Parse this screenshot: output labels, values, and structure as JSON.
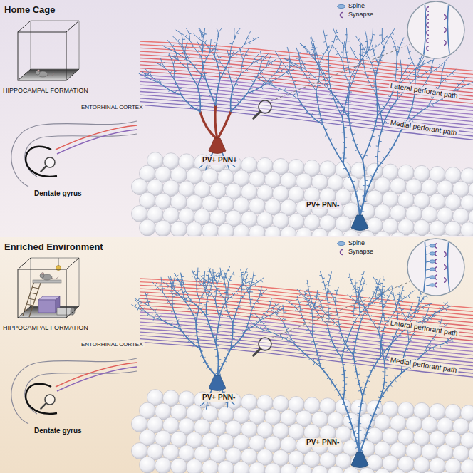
{
  "diagram": {
    "labels": [
      "Home Cage",
      "HIPPOCAMPAL FORMATION",
      "ENTORHINAL CORTEX",
      "Dentate gyrus",
      "Lateral perforant path",
      "Medial perforant path",
      "PV+ PNN+",
      "PV+ PNN-",
      "Enriched Environment",
      "HIPPOCAMPAL FORMATION",
      "ENTORHINAL CORTEX",
      "Dentate gyrus",
      "Lateral perforant path",
      "Medial perforant path",
      "PV+ PNN-",
      "PV+ PNN-"
    ],
    "legend": [
      {
        "text": "Spine"
      },
      {
        "text": "Synapse"
      },
      {
        "text": "Spine"
      },
      {
        "text": "Synapse"
      }
    ]
  }
}
